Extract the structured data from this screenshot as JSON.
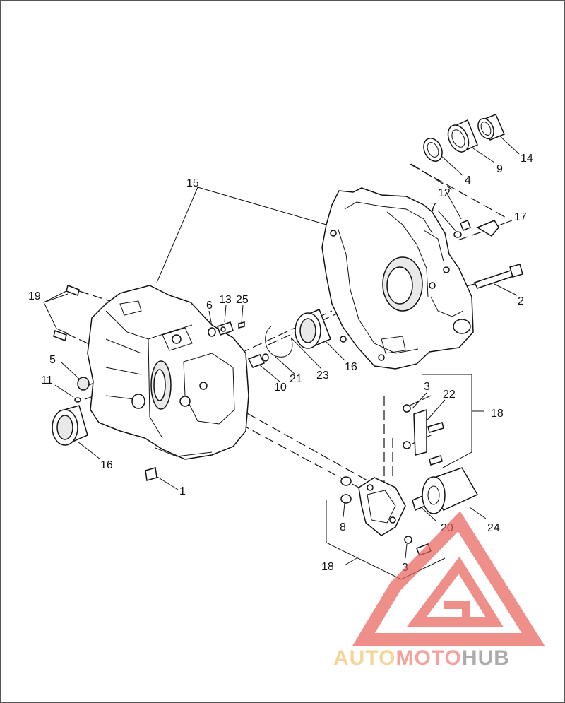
{
  "diagram": {
    "callouts": [
      {
        "id": "c15",
        "text": "15"
      },
      {
        "id": "c14",
        "text": "14"
      },
      {
        "id": "c9",
        "text": "9"
      },
      {
        "id": "c4",
        "text": "4"
      },
      {
        "id": "c12",
        "text": "12"
      },
      {
        "id": "c7",
        "text": "7"
      },
      {
        "id": "c17",
        "text": "17"
      },
      {
        "id": "c2",
        "text": "2"
      },
      {
        "id": "c19",
        "text": "19"
      },
      {
        "id": "c6",
        "text": "6"
      },
      {
        "id": "c13",
        "text": "13"
      },
      {
        "id": "c25",
        "text": "25"
      },
      {
        "id": "c5",
        "text": "5"
      },
      {
        "id": "c11",
        "text": "11"
      },
      {
        "id": "c16a",
        "text": "16"
      },
      {
        "id": "c1",
        "text": "1"
      },
      {
        "id": "c10",
        "text": "10"
      },
      {
        "id": "c21",
        "text": "21"
      },
      {
        "id": "c23",
        "text": "23"
      },
      {
        "id": "c16b",
        "text": "16"
      },
      {
        "id": "c3a",
        "text": "3"
      },
      {
        "id": "c22",
        "text": "22"
      },
      {
        "id": "c18a",
        "text": "18"
      },
      {
        "id": "c8",
        "text": "8"
      },
      {
        "id": "c20",
        "text": "20"
      },
      {
        "id": "c24",
        "text": "24"
      },
      {
        "id": "c3b",
        "text": "3"
      },
      {
        "id": "c18b",
        "text": "18"
      }
    ]
  },
  "watermark": {
    "brand_part1": "AUTO",
    "brand_part2": "MOTO",
    "brand_part3": "HUB",
    "colors": {
      "auto": "#f2c46f",
      "moto": "#ef7b74",
      "hub": "#8a8a8a",
      "logo": "#e8605a"
    }
  }
}
